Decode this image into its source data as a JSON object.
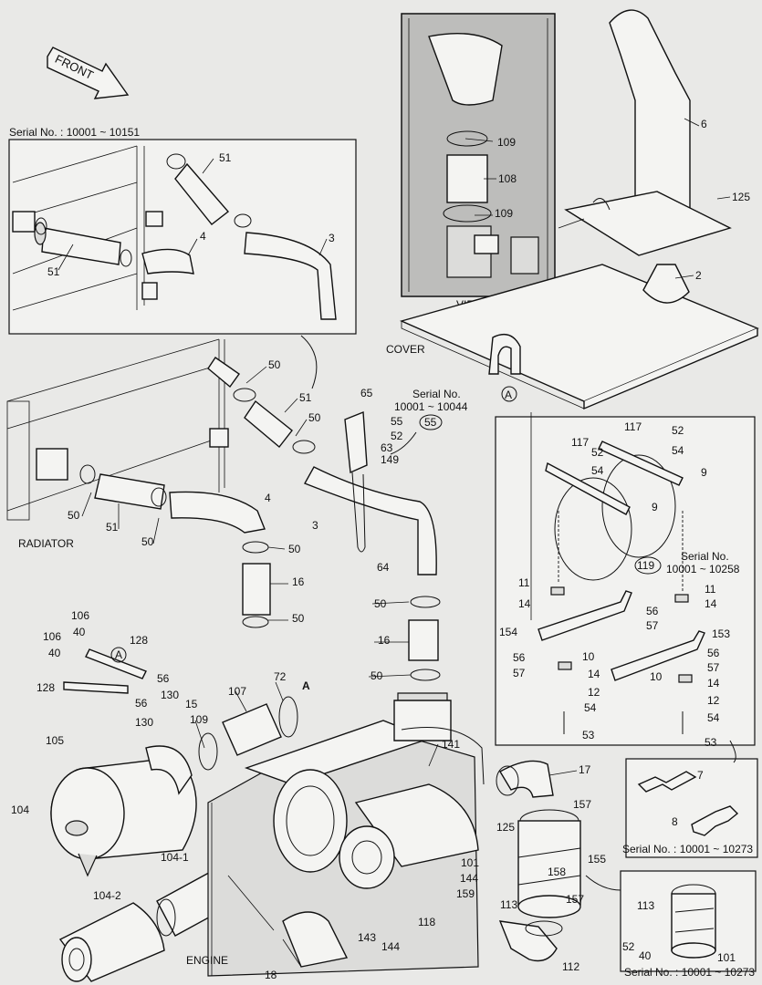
{
  "captions": {
    "front": "FRONT",
    "serial_top_left": "Serial No. : 10001 ~ 10151",
    "view_a": "VIEW",
    "view_a_letter": "A",
    "cover": "COVER",
    "radiator": "RADIATOR",
    "engine": "ENGINE",
    "serial_55_title": "Serial No.",
    "serial_55_range": "10001 ~ 10044",
    "serial_119_title": "Serial No.",
    "serial_119_range": "10001 ~ 10258",
    "serial_bracket": "Serial No. : 10001 ~ 10273",
    "serial_muffler": "Serial No. : 10001 ~ 10273",
    "marker_a": "A"
  },
  "callouts": {
    "p51a": "51",
    "p4a": "4",
    "p3a": "3",
    "p51b": "51",
    "p109a": "109",
    "p108": "108",
    "p109b": "109",
    "p6": "6",
    "p125a": "125",
    "p2": "2",
    "p50a": "50",
    "p51c": "51",
    "p50b": "50",
    "p65": "65",
    "p55a": "55",
    "p52a": "52",
    "p63": "63",
    "p149": "149",
    "p55b": "55",
    "p50c": "50",
    "p51d": "51",
    "p50d": "50",
    "p4b": "4",
    "p3b": "3",
    "p64": "64",
    "p50e": "50",
    "p16a": "16",
    "p50f": "50",
    "p50g": "50",
    "p16b": "16",
    "p50h": "50",
    "p117a": "117",
    "p52b": "52",
    "p54a": "54",
    "p117b": "117",
    "p52c": "52",
    "p54b": "54",
    "p9a": "9",
    "p9b": "9",
    "p119": "119",
    "p11a": "11",
    "p14a": "14",
    "p11b": "11",
    "p14b": "14",
    "p56a": "56",
    "p57a": "57",
    "p154": "154",
    "p153": "153",
    "p56b": "56",
    "p57b": "57",
    "p10a": "10",
    "p14c": "14",
    "p12a": "12",
    "p54c": "54",
    "p56c": "56",
    "p57c": "57",
    "p10b": "10",
    "p14d": "14",
    "p12b": "12",
    "p54d": "54",
    "p53a": "53",
    "p53b": "53",
    "p106a": "106",
    "p40a": "40",
    "p106b": "106",
    "p40b": "40",
    "p128a": "128",
    "p128b": "128",
    "p56d": "56",
    "p56e": "56",
    "p130a": "130",
    "p130b": "130",
    "p15": "15",
    "p105": "105",
    "p109c": "109",
    "p107": "107",
    "p72": "72",
    "p104": "104",
    "p104_1": "104-1",
    "p104_2": "104-2",
    "p141": "141",
    "p17": "17",
    "p157a": "157",
    "p125b": "125",
    "p101a": "101",
    "p144a": "144",
    "p159": "159",
    "p158": "158",
    "p155": "155",
    "p113a": "113",
    "p157b": "157",
    "p118": "118",
    "p143": "143",
    "p144b": "144",
    "p18": "18",
    "p112": "112",
    "p7": "7",
    "p8": "8",
    "p113b": "113",
    "p52d": "52",
    "p40c": "40",
    "p101b": "101"
  }
}
